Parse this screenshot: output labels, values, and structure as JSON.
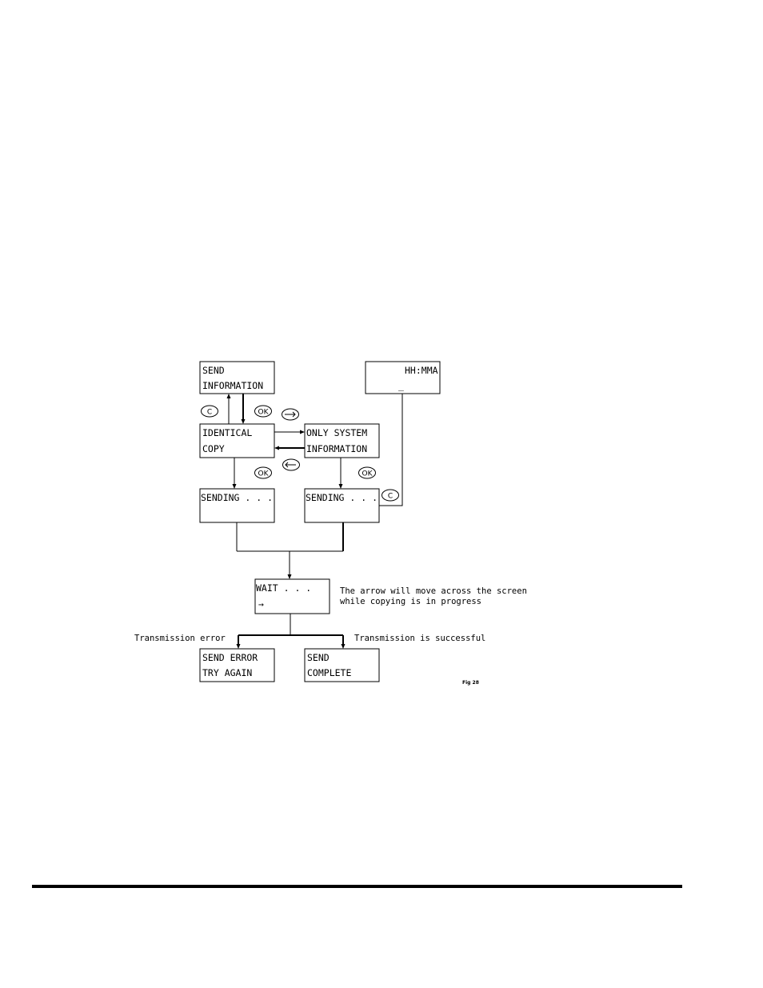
{
  "screens": {
    "send_information": {
      "line1": "SEND",
      "line2": "INFORMATION"
    },
    "time_entry": {
      "line1": "HH:MMA",
      "line2": "_"
    },
    "identical_copy": {
      "line1": "IDENTICAL",
      "line2": "COPY"
    },
    "only_system_information": {
      "line1": "ONLY SYSTEM",
      "line2": "INFORMATION"
    },
    "sending_left": {
      "line1": "SENDING . . ."
    },
    "sending_right": {
      "line1": "SENDING . . ."
    },
    "wait": {
      "line1": "WAIT . . .",
      "line2": "→"
    },
    "send_error": {
      "line1": "SEND ERROR",
      "line2": "TRY AGAIN"
    },
    "send_complete": {
      "line1": "SEND",
      "line2": "COMPLETE"
    }
  },
  "buttons": {
    "c_top": "C",
    "ok_top": "OK",
    "ok_left": "OK",
    "ok_right": "OK",
    "c_right": "C"
  },
  "icons": {
    "c_top": "c-key-icon",
    "ok_top": "ok-key-icon",
    "right_arrow": "right-arrow-key-icon",
    "left_arrow": "left-arrow-key-icon",
    "ok_left": "ok-key-icon",
    "ok_right": "ok-key-icon",
    "c_right": "c-key-icon"
  },
  "notes": {
    "wait_line1": "The arrow will move across the screen",
    "wait_line2": "while copying is in progress",
    "error_label": "Transmission error",
    "success_label": "Transmission is successful",
    "fig_label": "Fig 28"
  }
}
